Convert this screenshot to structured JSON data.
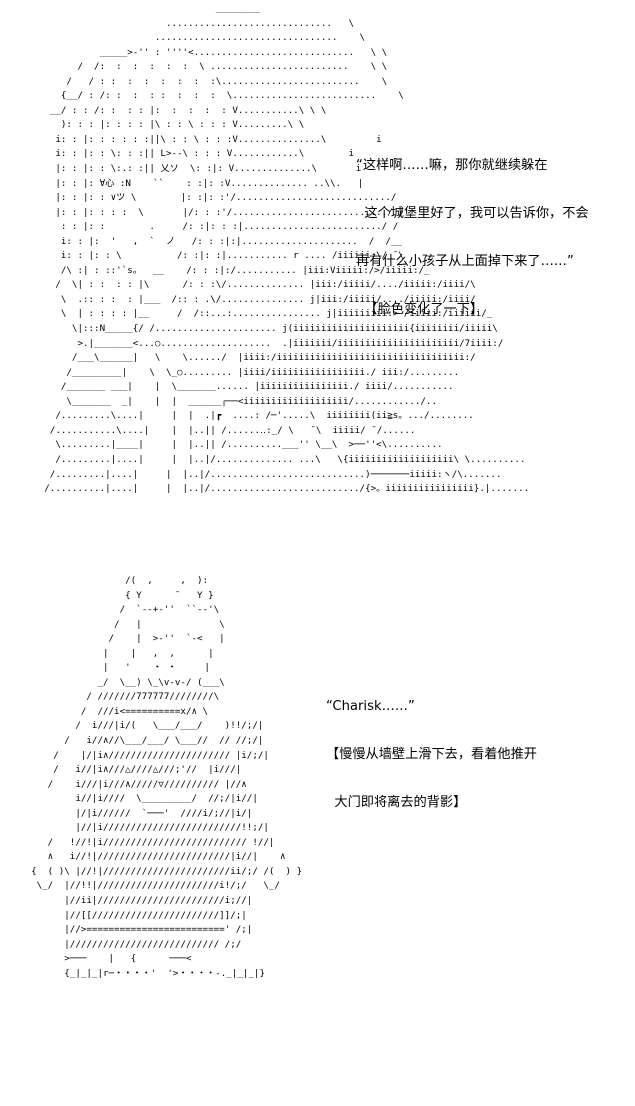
{
  "panel1": {
    "art": "                                       ________\n                              ..............................   \\\n                            .................................    \\\n                  _____>-'' : ''''<.............................   \\ \\\n              /  /:  :  :  :  :  :  \\ .........................    \\ \\\n            /   / : :  :  :  :  :  :  :\\.........................    \\\n           {__/ : /: :  :  : :  :  :  :  \\..........................    \\\n         __/ : : /: :  : : |:  :  :  :  : V...........\\ \\ \\\n           ): : : |: : : : |\\ : : \\ : : : V.........\\ \\\n          i: : |: : : : : :||\\ : : \\ : : :V...............\\         i\n          i: : |: : \\: : :|| L>--\\ : : : V............\\        i\n          |: : |: : \\:.: :|| 乂ソ  \\: :|: V..............\\       i\n          |: : |: ∀心 :N    ``    : :|: :V.............. ..\\\\.   |\n          |: : |: : ∨ツ \\        |: :|: :'/............................/\n          |: : |: : : :  \\       |/: : :'/............................/ /\n           : : |: :        .     /: :|: : :|........................./ /\n           i: : |:  '   ,  `  ノ   /: : :|:|.....................  /  /__\n           i: : |: : \\          /: :|: :|........... r .... /iiiiii:\\/ ̄ \\\n           /\\ :| : ::'`s。  __    /: : :|:/........... |iii:Viiiii:/>/iiiii:/_\n          /  \\| : :  : : |\\      /: : :\\/.............. |iii:/iiiii/..../iiiii:/iiii/\\\n           \\  .:: : :  : |___  /:: : .\\/............... j|iii:/iiiii/..../iiiii:/iiii/\n           \\  | : : : : |__     /  /::...:................ j|iiiiiiiii:> /iiiii:/iiiiii/_\n             \\|:::N_____{/ /...................... j(iiiiiiiiiiiiiiiiiiiii{iiiiiiii/iiiii\\\n              >.|_______<...○....................  .|iiiiiii/iiiiiiiiiiiiiiiiiiiiii/7iiii:/\n             /___\\______|   \\    \\....../  |iiii:/iiiiiiiiiiiiiiiiiiiiiiiiiiiiiiiiii:/\n            /_________|    \\  \\_○......... |iiii/iiiiiiiiiiiiiiiii./ iii:/.........\n           /_______ ___|    |  \\_______...... |iiiiiiiiiiiiiiii./ iiii/...........\n            \\_______  _|    |  |  ______┌──<iiiiiiiiiiiiiiiiiii/............/..\n          /.........\\....|     |  |  .|┏  ....: /─'.....\\  iiiiiiii(ii≧s。.../........\n         /...........\\....|    |  |..|| /......‥:_/ \\   ̄ \\  iiiii/ ̄ /......\n          \\.........|____|     |  |..|| /..........___'' \\__\\  >──''<\\..........\n          /.........|....|     |  |..|/.............. ...\\   \\{iiiiiiiiiiiiiiiiiii\\ \\..........\n         /.........|....|     |  |..|/............................)───────iiiii:ヽ/\\.......\n        /..........|....|     |  |..|/.........................../{>。iiiiiiiiiiiiiiii}.|.......",
    "caption_lines": [
      "“这样啊……嘛，那你就继续躲在",
      "  这个城堡里好了，我可以告诉你，不会",
      "再有什么小孩子从上面掉下来了……”",
      "  【脸色变化了一下】"
    ]
  },
  "panel2": {
    "art": "                   /(  ,     ,  ):\n                   { Y      ̄    Y }\n                  /  `--+-''  ``--'\\\n                 /   |              \\\n                /    |  >-''  `-<   |\n               |    |   ,  ,      |\n               |   '    ・ ・     |\n              _/  \\__) \\_\\v-v-/ (___\\\n            / ///////777777////////\\\n           /  ///i<==========x/∧ \\\n          /  i///|i/(   \\___/___/    )!!/;/|\n        /   i//∧//\\___/___/ \\___//  // //;/|\n      /    |/|i∧////////////////////// |i/;/|\n      /   i//|i∧///△////△///;'//  |i///|\n     /    i///|i///∧/////▽////////// |//∧\n          i//|i////  \\_________/  //;/|i//|\n          |/|i//////  `───'  ////i/;//|i/|\n          |//|i/////////////////////////!!;/|\n     /   !//!|i////////////////////////// !//|\n     ∧   i//!|////////////////////////|i//|    ∧\n  {  ( )\\ |//!|///////////////////////ii/;/ /(  ) }\n   \\_/  |//!!|//////////////////////i!/;/   \\_/\n        |//ii|///////////////////////i;//|\n        |//[[///////////////////////]]/;|\n        |//>=========================' /;|\n        |/////////////////////////// /;/\n        >───    |   {      ───<\n        {_|_|_|r─・・・・'  '>・・・・-._|_|_|}",
    "caption_lines": [
      "“Charisk……”",
      "【慢慢从墙壁上滑下去，看着他推开",
      "  大门即将离去的背影】"
    ]
  }
}
